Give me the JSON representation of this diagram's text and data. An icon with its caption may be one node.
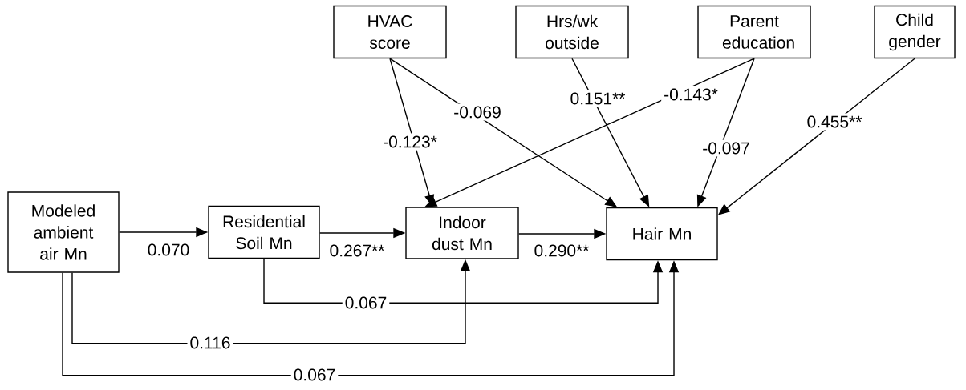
{
  "diagram": {
    "nodes": [
      {
        "text": [
          "Modeled ambient air Mn"
        ]
      },
      {
        "text": [
          "Residential Soil Mn"
        ]
      },
      {
        "text": [
          "Indoor dust Mn"
        ]
      },
      {
        "text": [
          "Hair Mn"
        ]
      },
      {
        "text": [
          "HVAC score"
        ]
      },
      {
        "text": [
          "Hrs/wk outside"
        ]
      },
      {
        "text": [
          "Parent education"
        ]
      },
      {
        "text": [
          "Child gender"
        ]
      }
    ],
    "edges": [
      {
        "from": 0,
        "to": 1,
        "arrow": "to",
        "label": "0.070"
      },
      {
        "from": 1,
        "to": 2,
        "arrow": "to",
        "label": "0.267**"
      },
      {
        "from": 2,
        "to": 3,
        "arrow": "to",
        "label": "0.290**"
      },
      {
        "from": 4,
        "to": 2,
        "arrow": "to",
        "label": "-0.123*"
      },
      {
        "from": 4,
        "to": 3,
        "arrow": "to",
        "label": "-0.069"
      },
      {
        "from": 5,
        "to": 3,
        "arrow": "to",
        "label": "0.151**"
      },
      {
        "from": 6,
        "to": 2,
        "arrow": "to",
        "label": "-0.143*"
      },
      {
        "from": 6,
        "to": 3,
        "arrow": "to",
        "label": "-0.097"
      },
      {
        "from": 7,
        "to": 3,
        "arrow": "to",
        "label": "0.455**"
      },
      {
        "from": 1,
        "to": 3,
        "arrow": "to",
        "label": "0.067"
      },
      {
        "from": 0,
        "to": 2,
        "arrow": "to",
        "label": "0.116"
      },
      {
        "from": 0,
        "to": 3,
        "arrow": "to",
        "label": "0.067"
      }
    ]
  }
}
